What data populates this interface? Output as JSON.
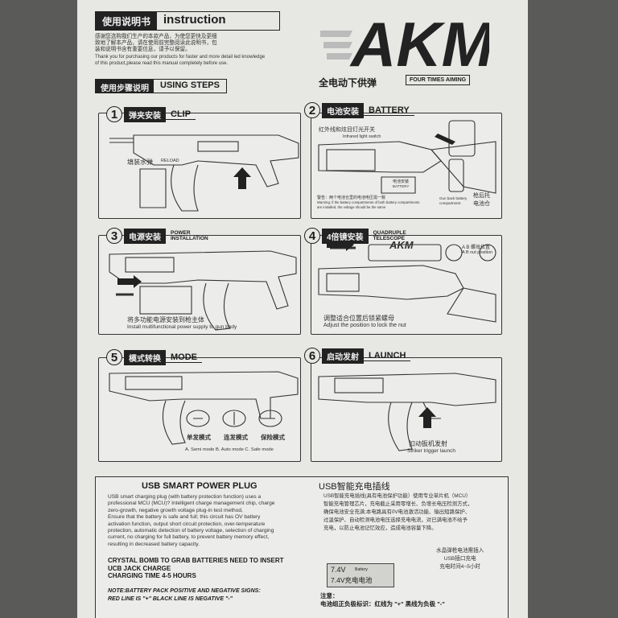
{
  "header": {
    "cn": "使用说明书",
    "en": "instruction"
  },
  "intro": {
    "cn_lines": [
      "感谢您选购我们生产的本款产品，为使您更快及更细",
      "致地了解本产品，请在使用前完整阅读此说明书，包",
      "装和说明书含有重要信息，请予以保留。"
    ],
    "en_lines": [
      "Thank you for purchasing our products for faster and more detail led knowledge",
      "of this product,please read this manual completely before use."
    ]
  },
  "brand": {
    "logo": "AKM",
    "cn_sub": "全电动下供弹",
    "en_sub": "FOUR TIMES AIMING"
  },
  "using_steps": {
    "cn": "使用步骤说明",
    "en": "USING STEPS"
  },
  "steps": [
    {
      "num": "1",
      "cn": "弹夹安装",
      "en": "CLIP",
      "captions": [
        "填装水弹",
        "RELOAD"
      ]
    },
    {
      "num": "2",
      "cn": "电池安装",
      "en": "BATTERY",
      "captions": [
        "红外线和炫目灯光开关",
        "Infrared light switch",
        "电池安装",
        "BATTERY",
        "警告：两个电池仓里的电池电压需一致",
        "Warning: if the battery compartments of both battery compartments",
        "are installed, the voltage should be the same",
        "枪后托",
        "电池仓",
        "Gun back battery",
        "compartment"
      ]
    },
    {
      "num": "3",
      "cn": "电源安装",
      "en_lines": [
        "POWER",
        "INSTALLATION"
      ],
      "captions": [
        "将多功能电源安装到枪主体",
        "Install multifunctional power supply to gun body"
      ]
    },
    {
      "num": "4",
      "cn": "4倍镜安装",
      "en_lines": [
        "QUADRUPLE",
        "TELESCOPE"
      ],
      "captions": [
        "A B 螺母位置",
        "A B nut position",
        "调整适合位置后锁紧螺母",
        "Adjust the position to lock the nut",
        "AKM"
      ]
    },
    {
      "num": "5",
      "cn": "模式转换",
      "en": "MODE",
      "captions": [
        "单发模式",
        "连发模式",
        "保险模式",
        "A. Semi mode B. Auto mode C. Safe mode"
      ]
    },
    {
      "num": "6",
      "cn": "启动发射",
      "en": "LAUNCH",
      "captions": [
        "扣动扳机发射",
        "Striker trigger launch"
      ]
    }
  ],
  "usb": {
    "title_en": "USB SMART POWER PLUG",
    "title_cn": "USB智能充电插线",
    "en_lines": [
      "USB smart charging plug (with battery protection function) uses a",
      "professional MCU (MCU)? Intelligent charge management chip, charge",
      "zero-growth, negative growth voltage plug-in test method,",
      "Ensure that the battery is safe and full; this circuit has OV battery",
      "activation function, output short circuit protection, over-temperature",
      "protection, automatic detection of battery voltage, selection of charging",
      "current, no charging for full battery, to prevent battery memory effect,",
      "resulting in decreased battery capacity."
    ],
    "bold_lines": [
      "CRYSTAL BOMB TO GRAB BATTERIES NEED TO INSERT",
      "UCB JACK CHARGE",
      "CHARGING TIME 4-5 HOURS"
    ],
    "note_lines": [
      "NOTE:BATTERY PACK POSITIVE AND NEGATIVE SIGNS:",
      "RED LINE IS \"+\" BLACK LINE IS NEGATIVE \"-\""
    ],
    "cn_lines": [
      "USB智能充电插线(具有电池保护功能）使用专业单片机（MCU）",
      "智能充电管理芯片，充电截止采用零增长、负增长电压检测方式，",
      "确保电池安全充满;本电路具有0V电池激活功能、输出短路保护、",
      "过温保护、自动检测电池电压选择充电电流，对已满电池不给予",
      "充电，以防止电池记忆效应，造成电池容量下降。"
    ],
    "right_lines": [
      "水晶弹枪电池需插入",
      "USB插口充电",
      "充电时间4~5小时"
    ],
    "battery_label": [
      "7.4V",
      "Battery",
      "7.4V充电电池"
    ],
    "note_cn": [
      "注意：",
      "电池组正负极标识：红线为 \"+\" 黑线为负极 \"-\""
    ]
  }
}
